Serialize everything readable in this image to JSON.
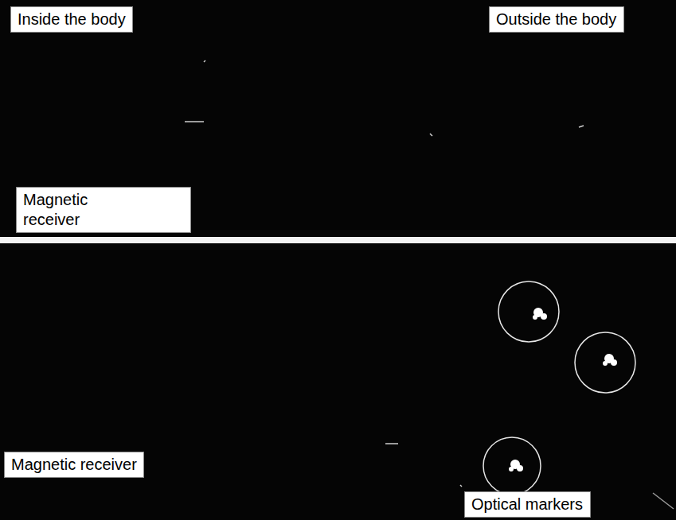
{
  "diagram": {
    "labels": [
      "Inside the body",
      "Outside the body",
      "Magnetic receiver",
      "Magnetic receiver",
      "Optical markers"
    ]
  }
}
